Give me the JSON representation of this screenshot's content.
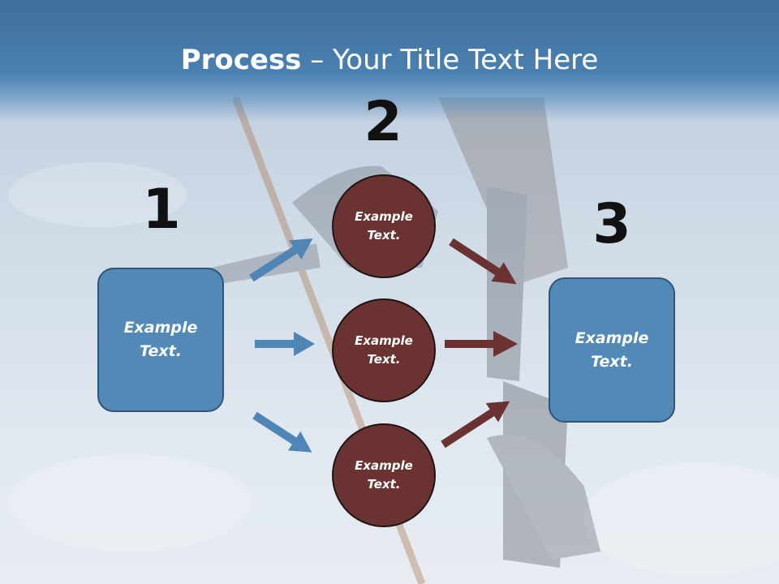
{
  "title": {
    "bold": "Process",
    "rest": " – Your Title Text Here"
  },
  "steps": {
    "one": {
      "number": "1",
      "box_text": "Example Text."
    },
    "two": {
      "number": "2",
      "circles": [
        "Example Text.",
        "Example Text.",
        "Example Text."
      ]
    },
    "three": {
      "number": "3",
      "box_text": "Example Text."
    }
  },
  "colors": {
    "title_bar": "#4a80b0",
    "box_fill": "#5389b6",
    "box_border": "#2f5577",
    "circle_fill": "#6b3232",
    "blue_arrow": "#4f86b6",
    "red_arrow": "#6b3232"
  }
}
